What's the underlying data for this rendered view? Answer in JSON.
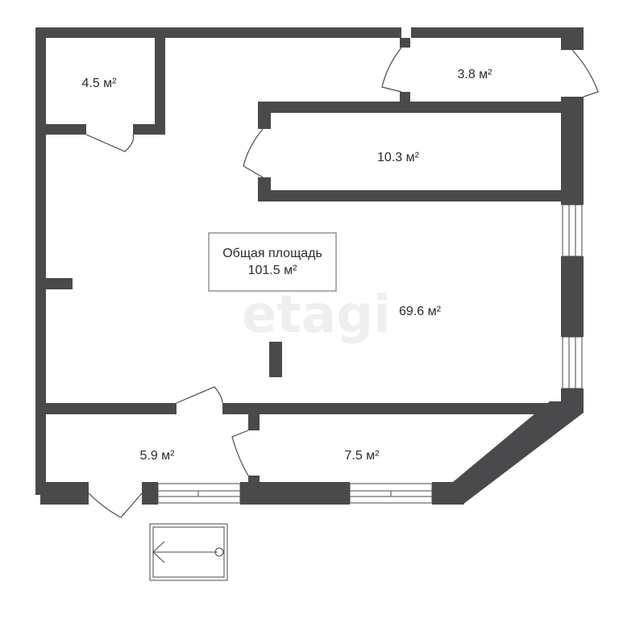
{
  "watermark": "etagi",
  "total": {
    "title": "Общая площадь",
    "value": "101.5 м²"
  },
  "rooms": [
    {
      "id": "r1",
      "area": "4.5 м²"
    },
    {
      "id": "r2",
      "area": "3.8 м²"
    },
    {
      "id": "r3",
      "area": "10.3 м²"
    },
    {
      "id": "r4",
      "area": "69.6 м²"
    },
    {
      "id": "r5",
      "area": "5.9 м²"
    },
    {
      "id": "r6",
      "area": "7.5 м²"
    }
  ],
  "colors": {
    "wall": "#4a4a4d",
    "background": "#ffffff"
  }
}
